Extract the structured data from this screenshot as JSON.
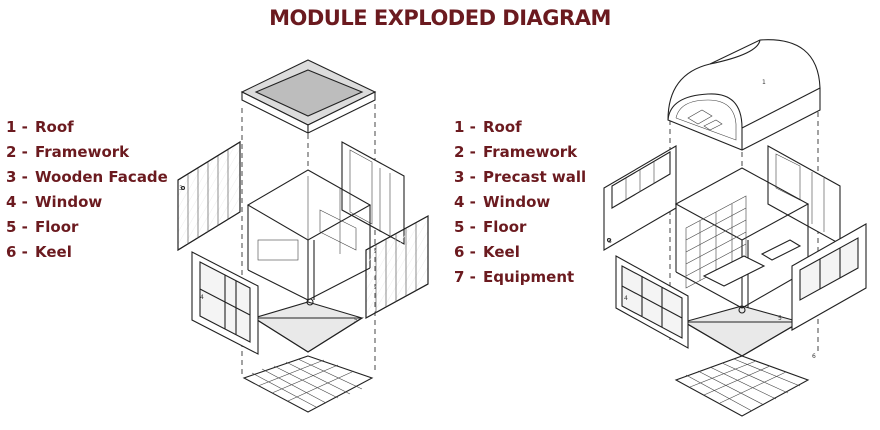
{
  "title": "MODULE EXPLODED DIAGRAM",
  "left_module": {
    "legend": [
      {
        "num": "1 -",
        "label": "Roof"
      },
      {
        "num": "2 -",
        "label": "Framework"
      },
      {
        "num": "3 -",
        "label": "Wooden Facade"
      },
      {
        "num": "4 -",
        "label": "Window"
      },
      {
        "num": "5 -",
        "label": "Floor"
      },
      {
        "num": "6 -",
        "label": "Keel"
      }
    ],
    "marks": [
      "3",
      "4",
      "5"
    ]
  },
  "right_module": {
    "legend": [
      {
        "num": "1 -",
        "label": "Roof"
      },
      {
        "num": "2 -",
        "label": "Framework"
      },
      {
        "num": "3 -",
        "label": "Precast wall"
      },
      {
        "num": "4 -",
        "label": "Window"
      },
      {
        "num": "5 -",
        "label": "Floor"
      },
      {
        "num": "6 -",
        "label": "Keel"
      },
      {
        "num": "7 -",
        "label": "Equipment"
      }
    ],
    "marks": [
      "1",
      "3",
      "4",
      "5",
      "6"
    ]
  },
  "colors": {
    "title": "#6b1a1f",
    "legend_text": "#6b1a1f",
    "line": "#222222",
    "roof_fill": "#d3d3d3",
    "floor_fill": "#e9e9e9",
    "glass_fill": "#f4f4f4"
  }
}
